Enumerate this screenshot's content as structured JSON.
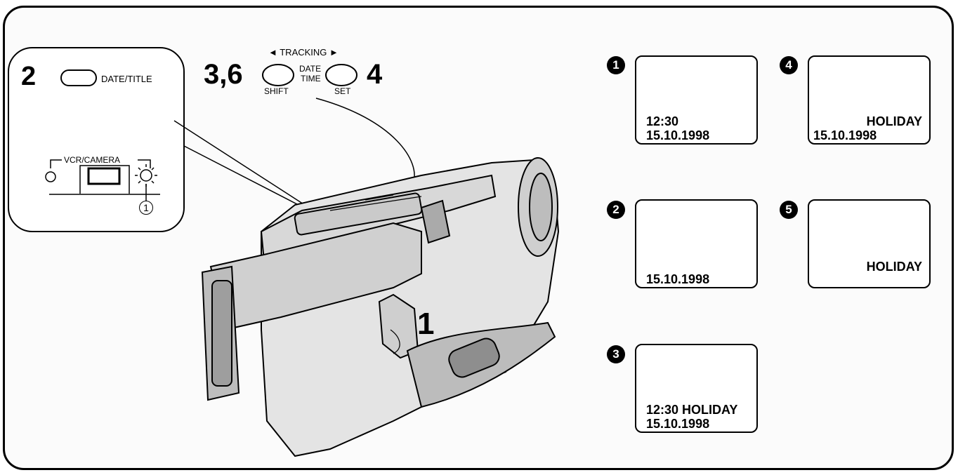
{
  "callouts": {
    "step2": "2",
    "date_title_label": "DATE/TITLE",
    "vcr_camera_label": "VCR/CAMERA",
    "indicator_number": "1",
    "step36": "3,6",
    "step4": "4",
    "tracking_label": "◄ TRACKING ►",
    "date_label": "DATE",
    "time_label": "TIME",
    "shift_label": "SHIFT",
    "set_label": "SET",
    "step1": "1"
  },
  "screens": [
    {
      "badge": "1",
      "line1": "12:30",
      "line2": "15.10.1998"
    },
    {
      "badge": "2",
      "line1": "",
      "line2": "15.10.1998"
    },
    {
      "badge": "3",
      "line1": "12:30  HOLIDAY",
      "line2": "15.10.1998"
    },
    {
      "badge": "4",
      "line1": "HOLIDAY",
      "line2": "15.10.1998"
    },
    {
      "badge": "5",
      "line1": "HOLIDAY",
      "line2": ""
    }
  ]
}
